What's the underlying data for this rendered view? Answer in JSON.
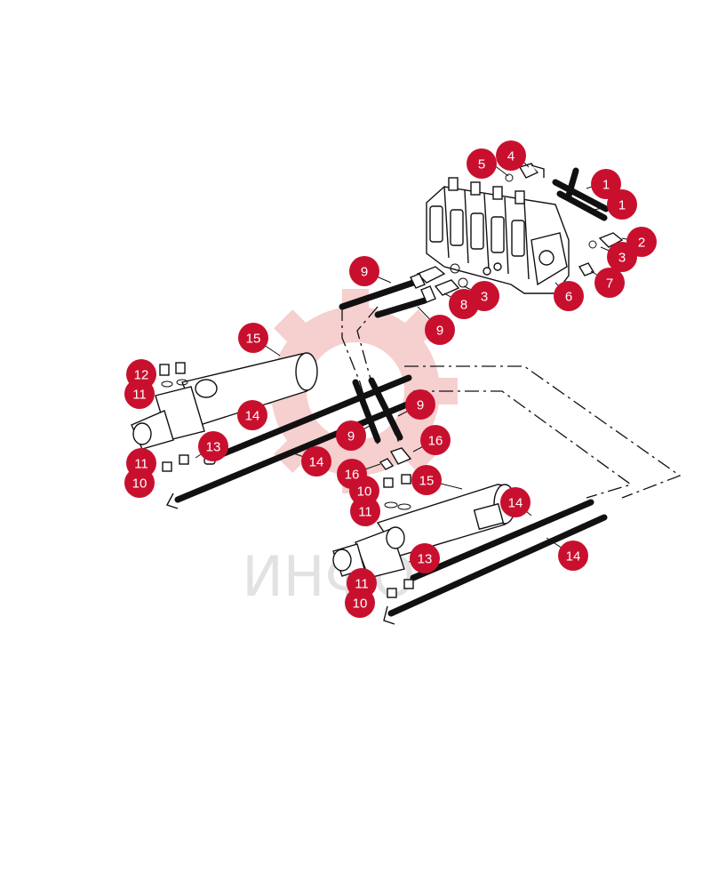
{
  "watermark": {
    "text": "ИНФО",
    "color": "#e9a3a3"
  },
  "accent_color": "#c8102e",
  "callouts": [
    {
      "id": "c1a",
      "label": "1"
    },
    {
      "id": "c1b",
      "label": "1"
    },
    {
      "id": "c2",
      "label": "2"
    },
    {
      "id": "c3a",
      "label": "3"
    },
    {
      "id": "c3b",
      "label": "3"
    },
    {
      "id": "c4",
      "label": "4"
    },
    {
      "id": "c5",
      "label": "5"
    },
    {
      "id": "c6",
      "label": "6"
    },
    {
      "id": "c7",
      "label": "7"
    },
    {
      "id": "c8",
      "label": "8"
    },
    {
      "id": "c9a",
      "label": "9"
    },
    {
      "id": "c9b",
      "label": "9"
    },
    {
      "id": "c9c",
      "label": "9"
    },
    {
      "id": "c9d",
      "label": "9"
    },
    {
      "id": "c10a",
      "label": "10"
    },
    {
      "id": "c10b",
      "label": "10"
    },
    {
      "id": "c10c",
      "label": "10"
    },
    {
      "id": "c11a",
      "label": "11"
    },
    {
      "id": "c11b",
      "label": "11"
    },
    {
      "id": "c11c",
      "label": "11"
    },
    {
      "id": "c11d",
      "label": "11"
    },
    {
      "id": "c12",
      "label": "12"
    },
    {
      "id": "c13a",
      "label": "13"
    },
    {
      "id": "c13b",
      "label": "13"
    },
    {
      "id": "c14a",
      "label": "14"
    },
    {
      "id": "c14b",
      "label": "14"
    },
    {
      "id": "c14c",
      "label": "14"
    },
    {
      "id": "c14d",
      "label": "14"
    },
    {
      "id": "c15a",
      "label": "15"
    },
    {
      "id": "c15b",
      "label": "15"
    },
    {
      "id": "c16a",
      "label": "16"
    },
    {
      "id": "c16b",
      "label": "16"
    }
  ]
}
